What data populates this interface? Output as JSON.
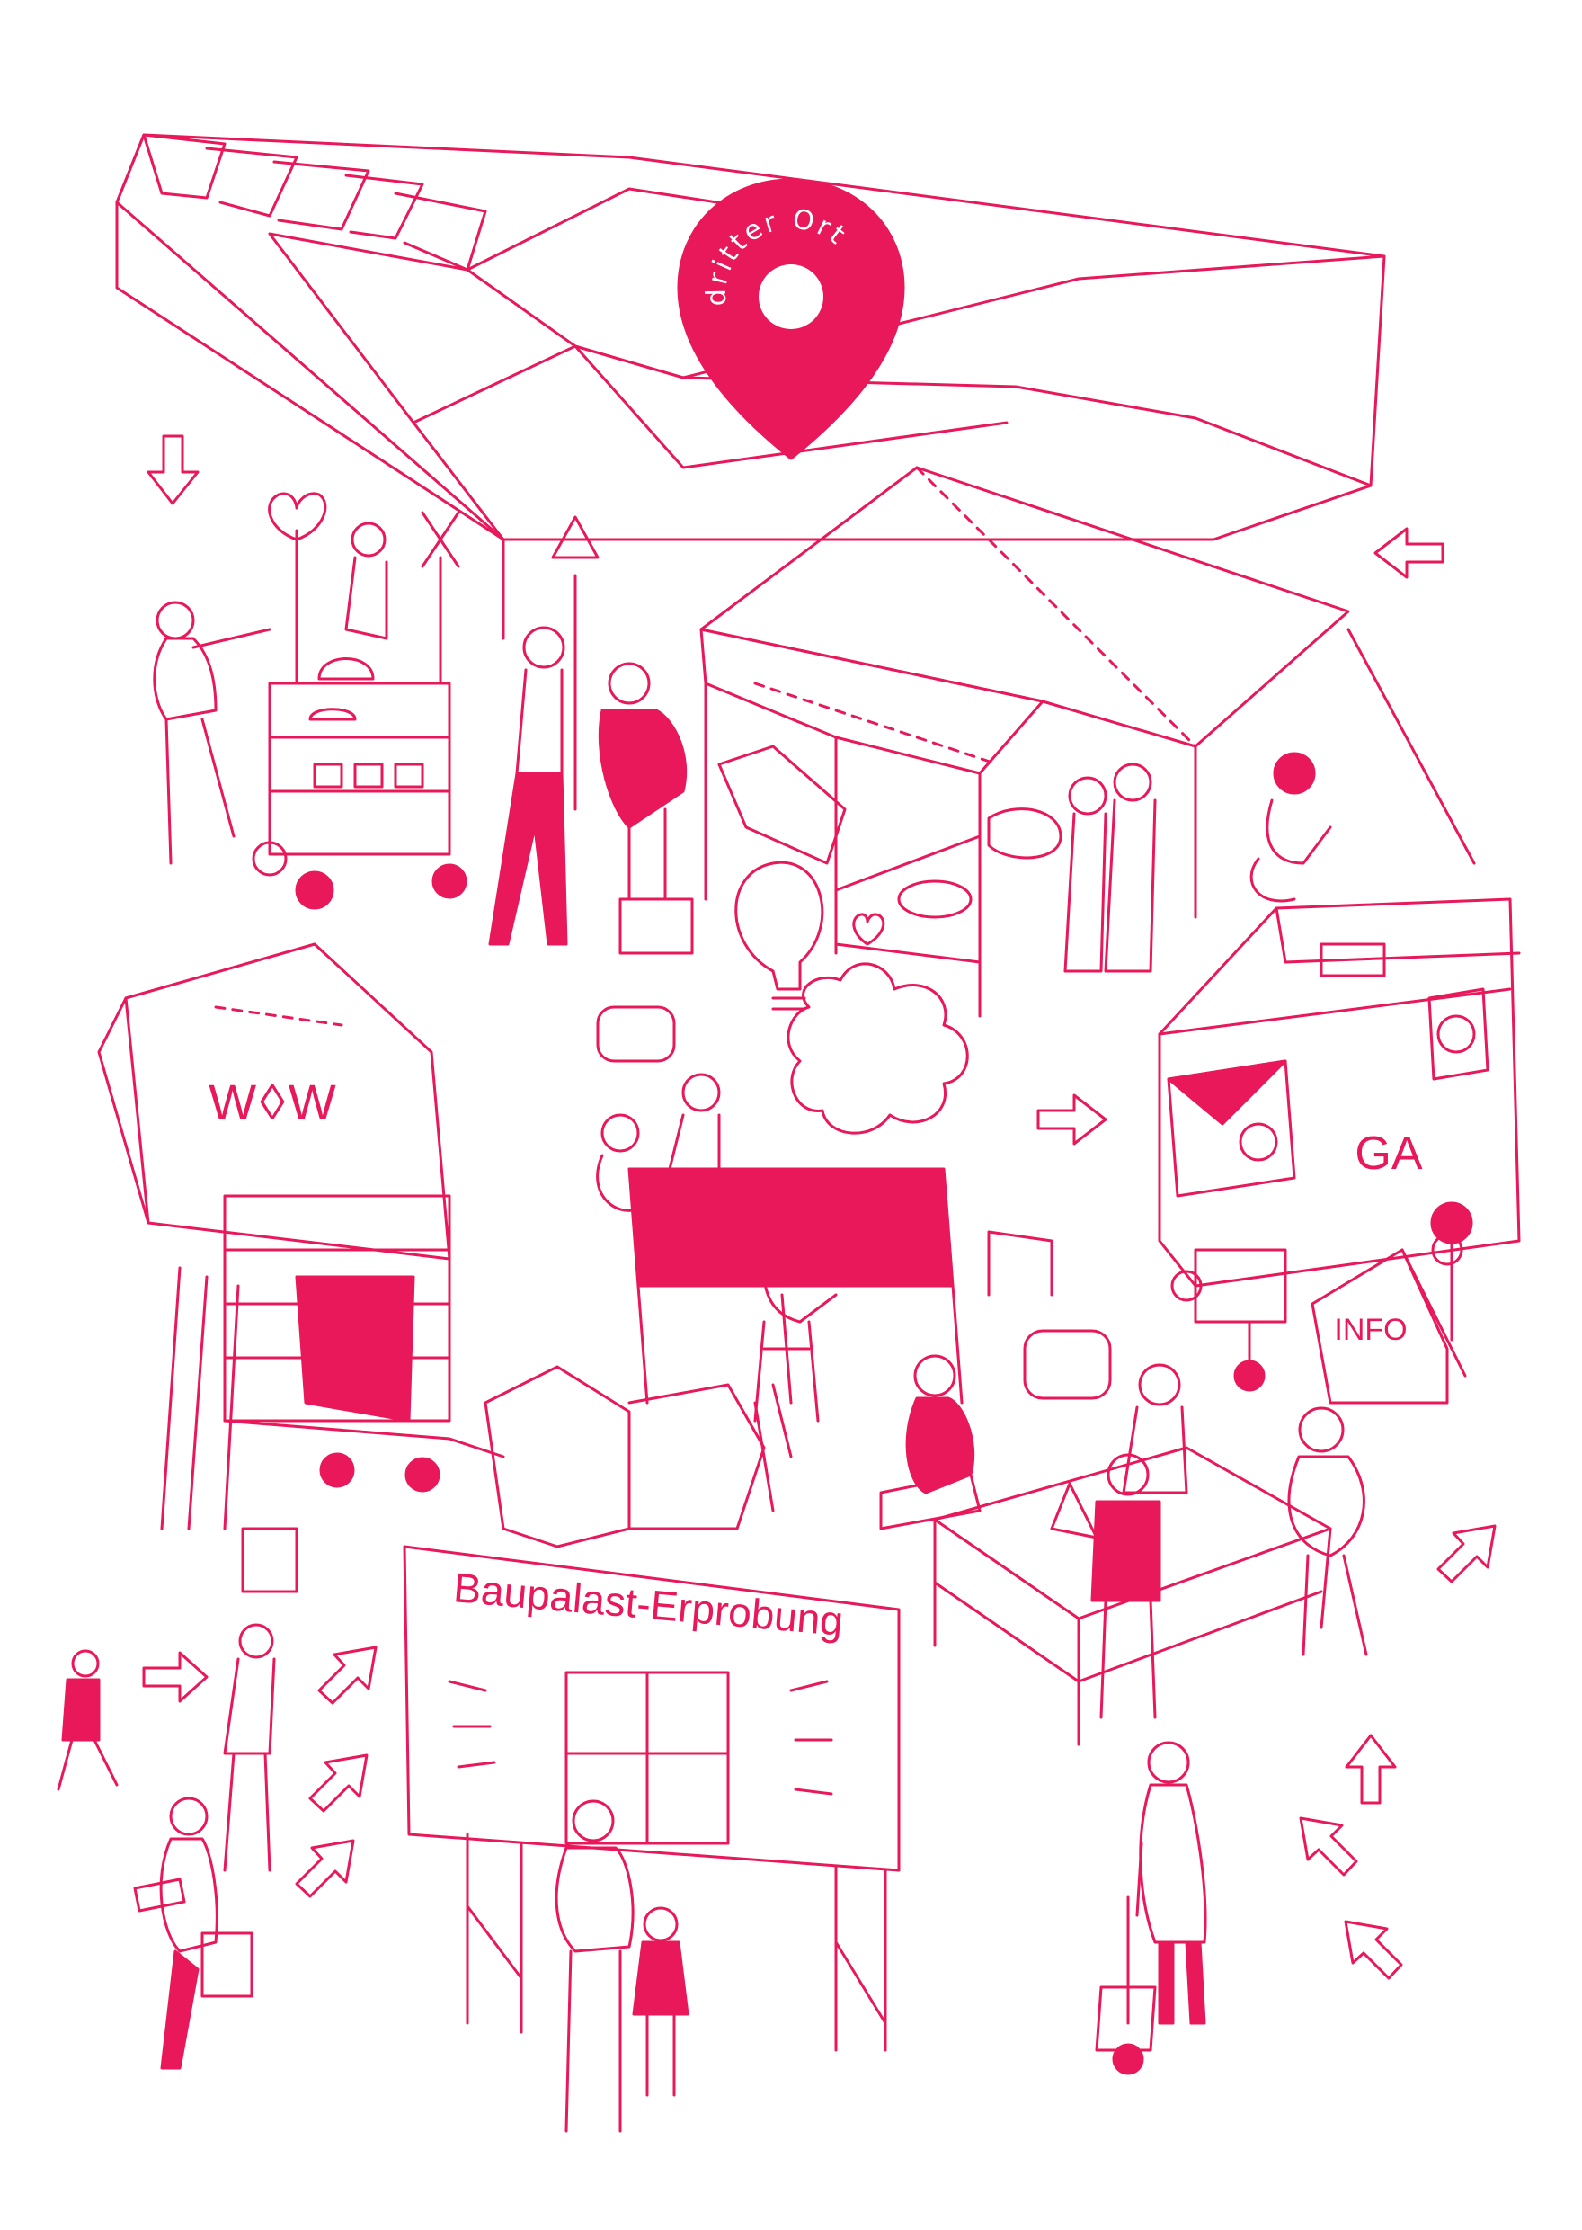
{
  "pin": {
    "text": "dritter Ort"
  },
  "stall_wow": {
    "text": "W◊W"
  },
  "van": {
    "text": "GA"
  },
  "info_sign": {
    "text": "INFO"
  },
  "billboard": {
    "text": "Baupalast-Erprobung"
  },
  "colors": {
    "ink": "#e8185a",
    "paper": "#ffffff"
  }
}
